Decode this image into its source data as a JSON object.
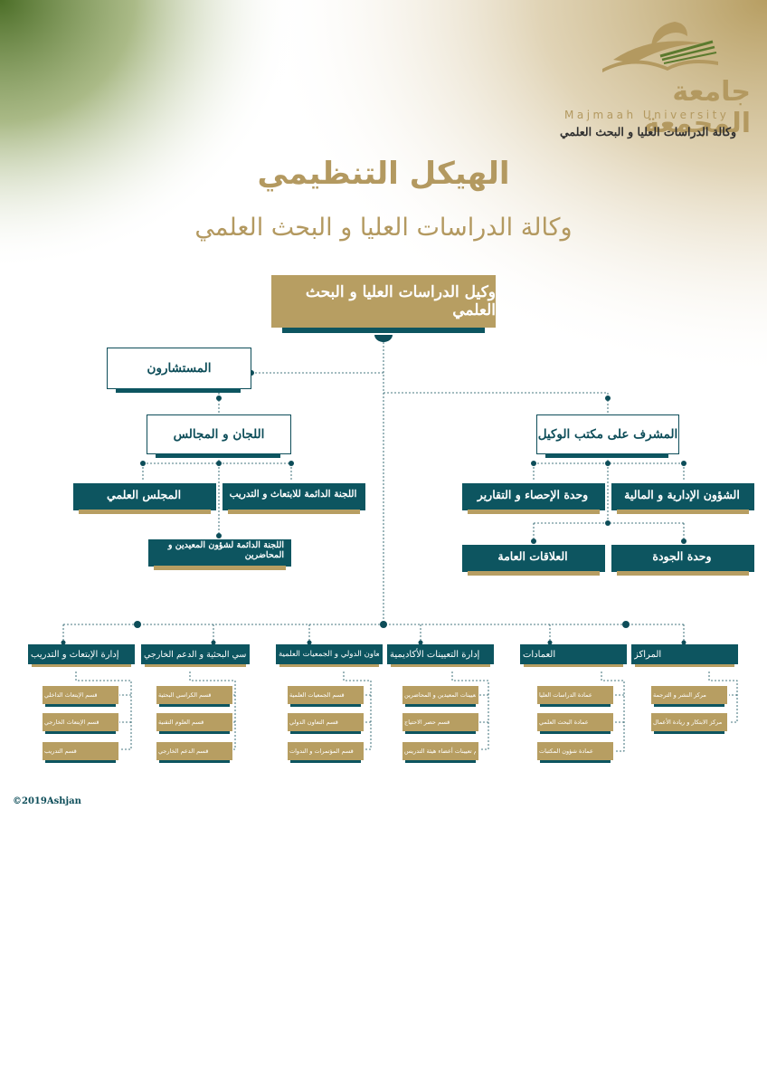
{
  "header": {
    "logo_arabic": "جامعة المجمعة",
    "logo_english": "Majmaah University",
    "logo_subtitle": "وكالة الدراسات العليا و البحث العلمي"
  },
  "titles": {
    "main": "الهيكل التنظيمي",
    "sub": "وكالة الدراسات العليا و البحث العلمي"
  },
  "top": {
    "vice_dean": "وكيل الدراسات العليا و البحث العلمي",
    "advisors": "المستشارون",
    "committees": "اللجان و المجالس",
    "office_supervisor": "المشرف على مكتب الوكيل"
  },
  "committees_children": {
    "scientific_council": "المجلس العلمي",
    "scholarship_committee": "اللجنة الدائمة للابتعاث و التدريب",
    "lecturers_committee": "اللجنة الدائمة لشؤون المعيدين و المحاضرين"
  },
  "office_children": {
    "admin_finance": "الشؤون الإدارية و المالية",
    "stats_reports": "وحدة الإحصاء و التقارير",
    "quality": "وحدة الجودة",
    "public_relations": "العلاقات العامة"
  },
  "departments": [
    {
      "header": "المراكز",
      "items": [
        "مركز النشر و الترجمة",
        "مركز الابتكار و ريادة الأعمال"
      ]
    },
    {
      "header": "العمادات",
      "items": [
        "عمادة الدراسات العليا",
        "عمادة البحث العلمي",
        "عمادة شؤون المكتبات"
      ]
    },
    {
      "header": "إدارة التعيينات الأكاديمية",
      "items": [
        "قسم تعيينات المعيدين و المحاضرين",
        "قسم حصر الاحتياج",
        "قسم تعيينات أعضاء هيئة التدريس"
      ]
    },
    {
      "header": "إدارة التعاون الدولي و الجمعيات العلمية",
      "items": [
        "قسم الجمعيات العلمية",
        "قسم التعاون الدولي",
        "قسم المؤتمرات و الندوات"
      ]
    },
    {
      "header": "الكراسي البحثية و الدعم الخارجي",
      "items": [
        "قسم الكراسي البحثية",
        "قسم العلوم التقنية",
        "قسم الدعم الخارجي"
      ]
    },
    {
      "header": "إدارة الإبتعاث و التدريب",
      "items": [
        "قسم الإبتعاث الداخلي",
        "قسم الإبتعاث الخارجي",
        "قسم التدريب"
      ]
    }
  ],
  "footer": {
    "copyright": "©2019Ashjan"
  },
  "colors": {
    "teal": "#0d5560",
    "gold": "#b79e62",
    "olive": "#5b7a2e"
  },
  "icons": [
    "book-logo-icon"
  ]
}
